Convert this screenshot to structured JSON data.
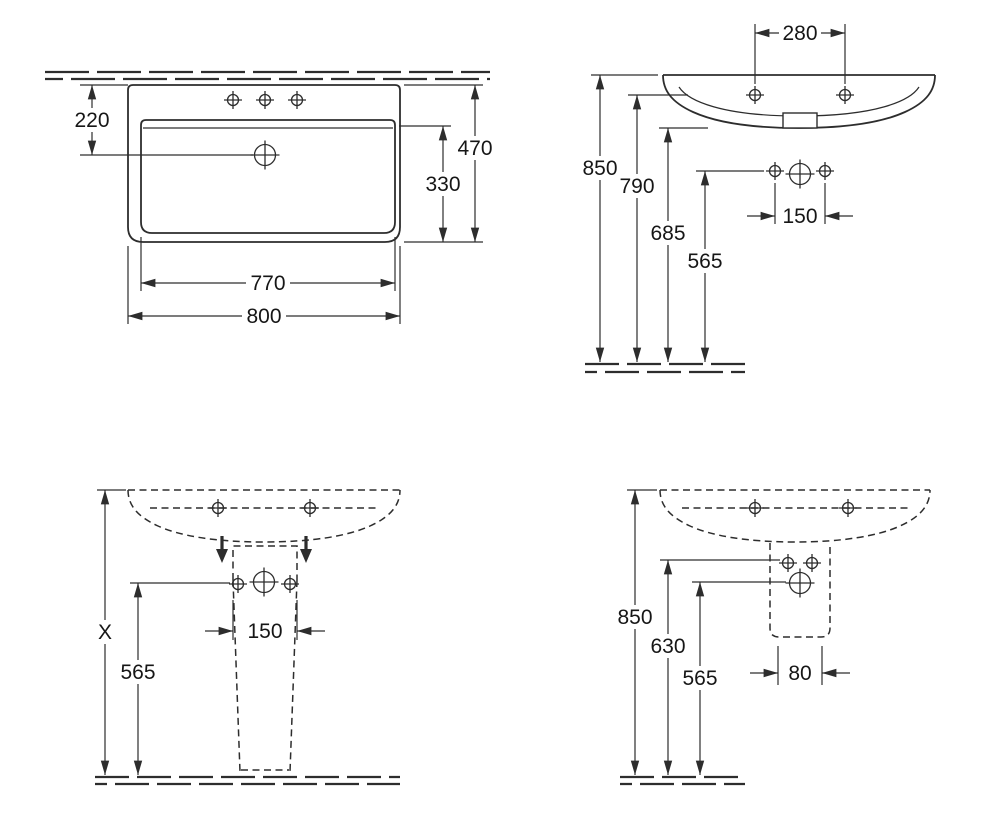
{
  "colors": {
    "background": "#ffffff",
    "line": "#2d2d2d",
    "text": "#161616"
  },
  "top_view": {
    "dim_rear_to_drain": "220",
    "dim_total_depth": "470",
    "dim_inner_depth": "330",
    "dim_inner_width": "770",
    "dim_total_width": "800"
  },
  "front_view": {
    "dim_hole_spacing": "280",
    "dim_height_rim": "850",
    "dim_height_overflow": "790",
    "dim_height_underside": "685",
    "dim_height_fixing": "565",
    "dim_fixing_spacing": "150"
  },
  "pedestal_view": {
    "dim_height_total": "X",
    "dim_height_fixing": "565",
    "dim_fixing_spacing": "150"
  },
  "semipedestal_view": {
    "dim_height_rim": "850",
    "dim_height_cover": "630",
    "dim_height_fixing": "565",
    "dim_hole_spacing": "80"
  }
}
